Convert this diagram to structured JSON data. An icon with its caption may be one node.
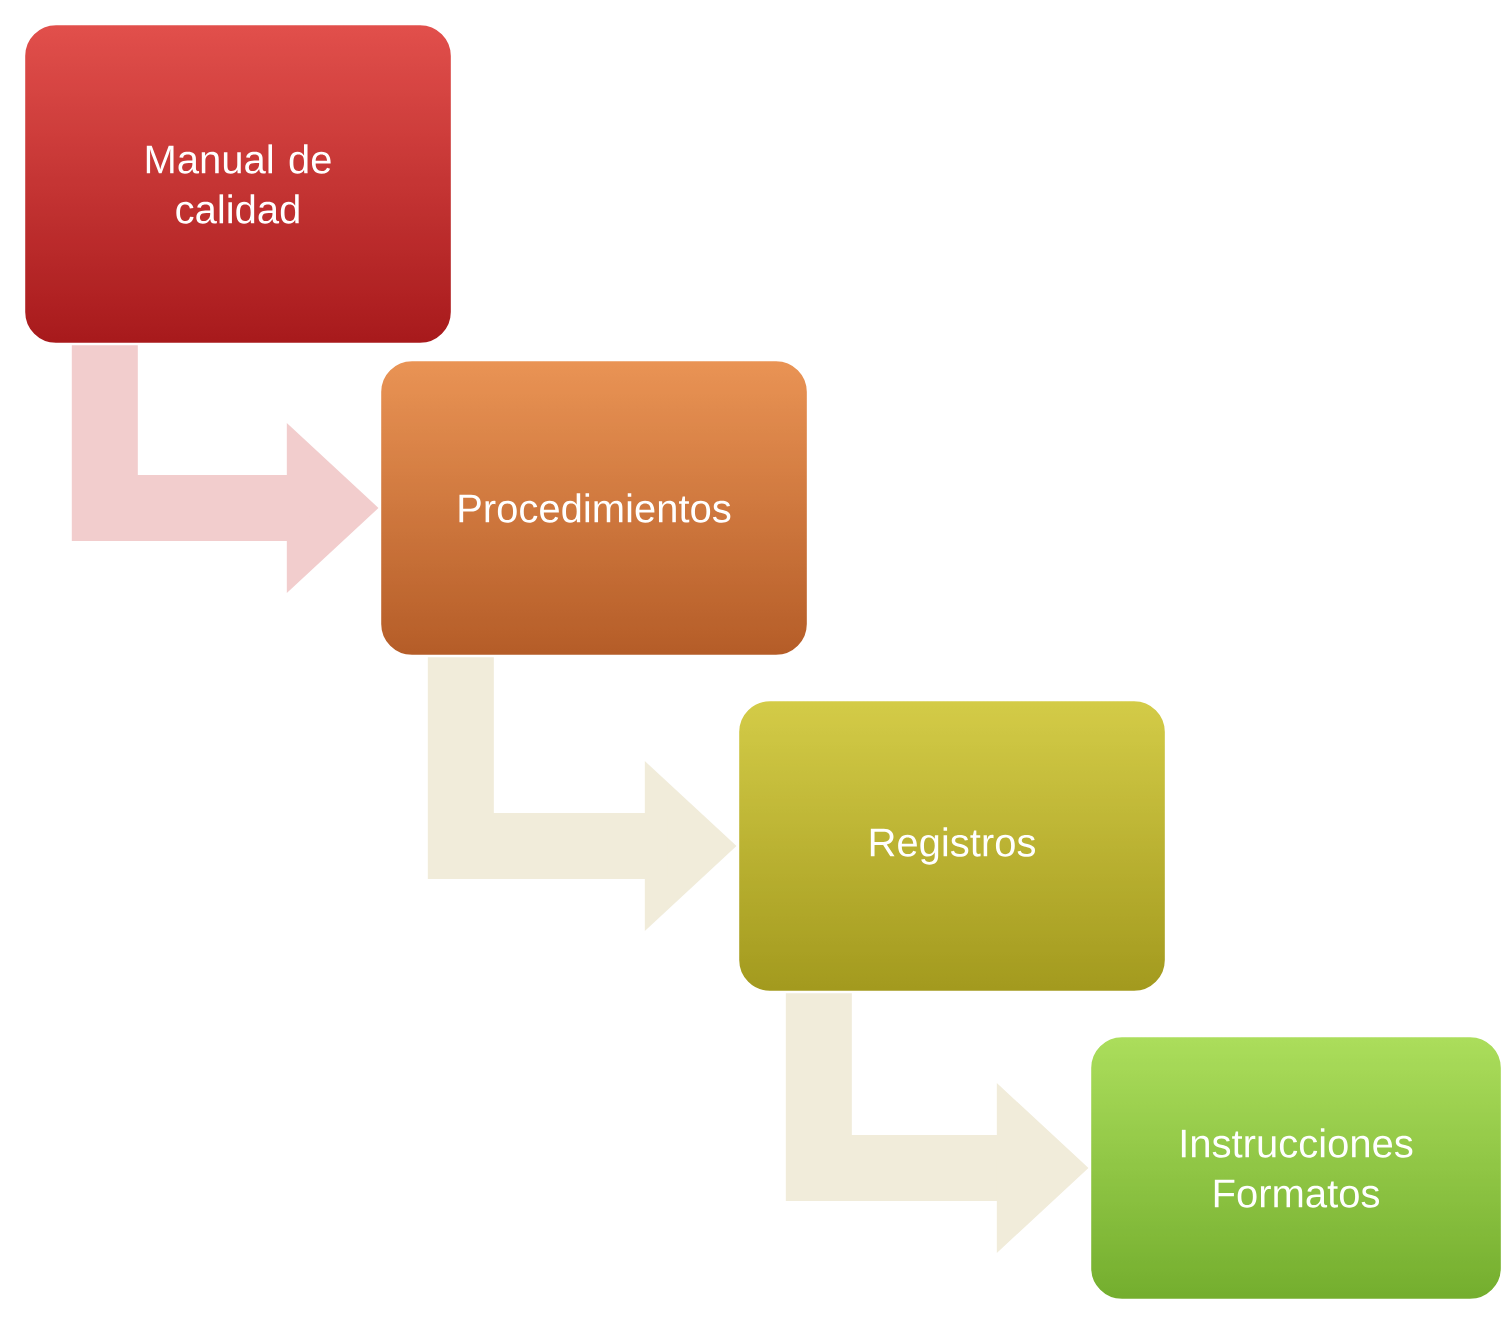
{
  "diagram": {
    "nodes": [
      {
        "text": [
          "Manual de calidad"
        ]
      },
      {
        "text": [
          "Procedimientos"
        ]
      },
      {
        "text": [
          "Registros"
        ]
      },
      {
        "text": [
          "Instrucciones Formatos"
        ]
      }
    ],
    "edges": [
      {
        "from": 0,
        "to": 1,
        "arrow": "to",
        "color": "#f2cdcd"
      },
      {
        "from": 1,
        "to": 2,
        "arrow": "to"
      },
      {
        "from": 2,
        "to": 3,
        "arrow": "to"
      }
    ]
  }
}
